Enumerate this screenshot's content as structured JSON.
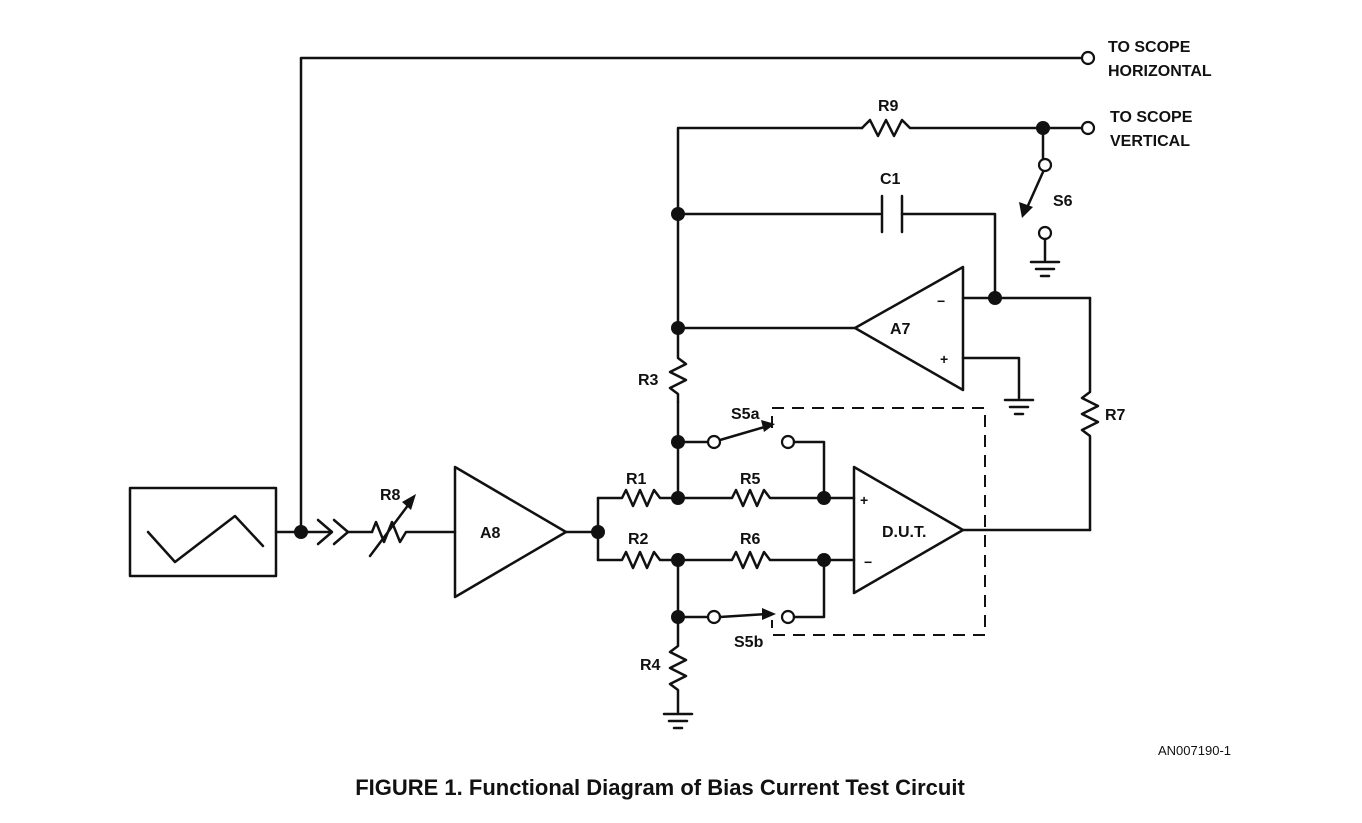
{
  "diagram": {
    "outputs": {
      "horizontal_line1": "TO SCOPE",
      "horizontal_line2": "HORIZONTAL",
      "vertical_line1": "TO SCOPE",
      "vertical_line2": "VERTICAL"
    },
    "components": {
      "r9": "R9",
      "c1": "C1",
      "s6": "S6",
      "a7": "A7",
      "r3": "R3",
      "s5a": "S5a",
      "r7": "R7",
      "r8": "R8",
      "a8": "A8",
      "r1": "R1",
      "r5": "R5",
      "r2": "R2",
      "r6": "R6",
      "dut": "D.U.T.",
      "s5b": "S5b",
      "r4": "R4"
    },
    "pins": {
      "a7_minus": "−",
      "a7_plus": "+",
      "dut_plus": "+",
      "dut_minus": "−"
    },
    "reference_code": "AN007190-1",
    "caption": "FIGURE 1. Functional Diagram of Bias Current Test Circuit"
  }
}
